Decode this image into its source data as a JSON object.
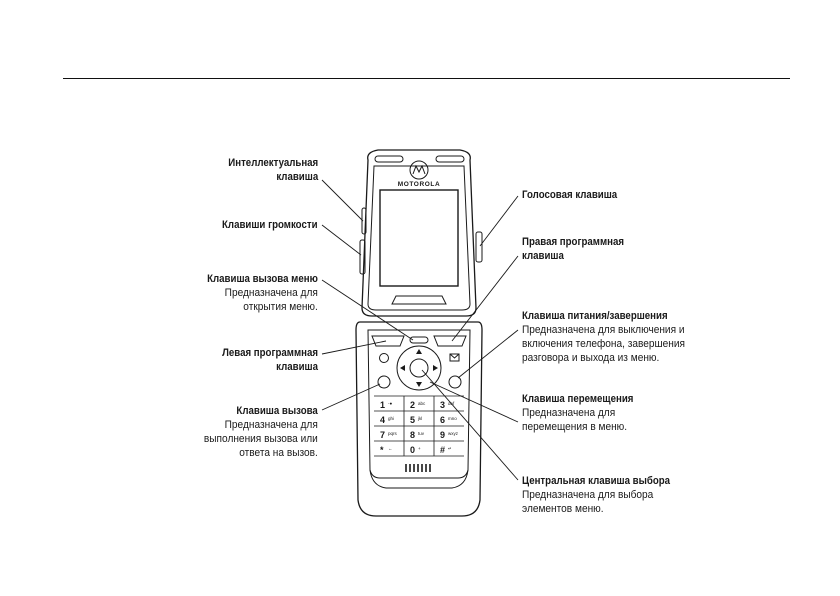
{
  "brand": "MOTOROLA",
  "labels_left": [
    {
      "title": "Интеллектуальная\nклавиша",
      "desc": ""
    },
    {
      "title": "Клавиши громкости",
      "desc": ""
    },
    {
      "title": "Клавиша вызова меню",
      "desc": "Предназначена для\nоткрытия меню."
    },
    {
      "title": "Левая программная\nклавиша",
      "desc": ""
    },
    {
      "title": "Клавиша вызова",
      "desc": "Предназначена для\nвыполнения вызова или\nответа на вызов."
    }
  ],
  "labels_right": [
    {
      "title": "Голосовая клавиша",
      "desc": ""
    },
    {
      "title": "Правая программная\nклавиша",
      "desc": ""
    },
    {
      "title": "Клавиша питания/завершения",
      "desc": "Предназначена для выключения и\nвключения телефона, завершения\nразговора и выхода из меню."
    },
    {
      "title": "Клавиша перемещения",
      "desc": "Предназначена для\nперемещения в меню."
    },
    {
      "title": "Центральная клавиша выбора",
      "desc": "Предназначена для выбора\nэлементов меню."
    }
  ],
  "keypad": [
    [
      "1",
      "2",
      "3"
    ],
    [
      "4",
      "5",
      "6"
    ],
    [
      "7",
      "8",
      "9"
    ],
    [
      "*",
      "0",
      "#"
    ]
  ],
  "keypad_sub": [
    [
      "-●",
      "abc",
      "def"
    ],
    [
      "ghi",
      "jkl",
      "mno"
    ],
    [
      "pqrs",
      "tuv",
      "wxyz"
    ],
    [
      "←",
      "+",
      "↵"
    ]
  ]
}
